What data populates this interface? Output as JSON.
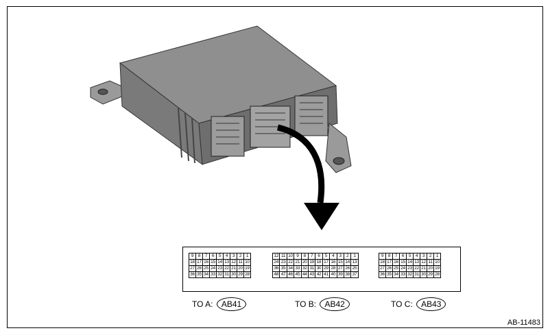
{
  "connectors": [
    {
      "id": "A",
      "label": "TO A:",
      "code": "AB41",
      "rows": [
        [
          "9",
          "8",
          "7",
          "6",
          "5",
          "4",
          "3",
          "2",
          "1"
        ],
        [
          "18",
          "17",
          "16",
          "15",
          "14",
          "13",
          "12",
          "11",
          "10"
        ],
        [
          "27",
          "26",
          "25",
          "24",
          "23",
          "22",
          "21",
          "20",
          "19"
        ],
        [
          "36",
          "35",
          "34",
          "33",
          "32",
          "31",
          "30",
          "29",
          "28"
        ]
      ]
    },
    {
      "id": "B",
      "label": "TO B:",
      "code": "AB42",
      "rows": [
        [
          "12",
          "11",
          "10",
          "9",
          "8",
          "7",
          "6",
          "5",
          "4",
          "3",
          "2",
          "1"
        ],
        [
          "24",
          "23",
          "22",
          "21",
          "20",
          "19",
          "18",
          "17",
          "16",
          "15",
          "14",
          "13"
        ],
        [
          "36",
          "35",
          "34",
          "33",
          "32",
          "31",
          "30",
          "29",
          "28",
          "27",
          "26",
          "25"
        ],
        [
          "48",
          "47",
          "46",
          "45",
          "44",
          "43",
          "42",
          "41",
          "40",
          "39",
          "38",
          "37"
        ]
      ]
    },
    {
      "id": "C",
      "label": "TO C:",
      "code": "AB43",
      "rows": [
        [
          "9",
          "8",
          "7",
          "6",
          "5",
          "4",
          "3",
          "2",
          "1"
        ],
        [
          "18",
          "17",
          "16",
          "15",
          "14",
          "13",
          "12",
          "11",
          "10"
        ],
        [
          "27",
          "26",
          "25",
          "24",
          "23",
          "22",
          "21",
          "20",
          "19"
        ],
        [
          "36",
          "35",
          "34",
          "33",
          "32",
          "31",
          "30",
          "29",
          "28"
        ]
      ]
    }
  ],
  "figure_ref": "AB-11483"
}
